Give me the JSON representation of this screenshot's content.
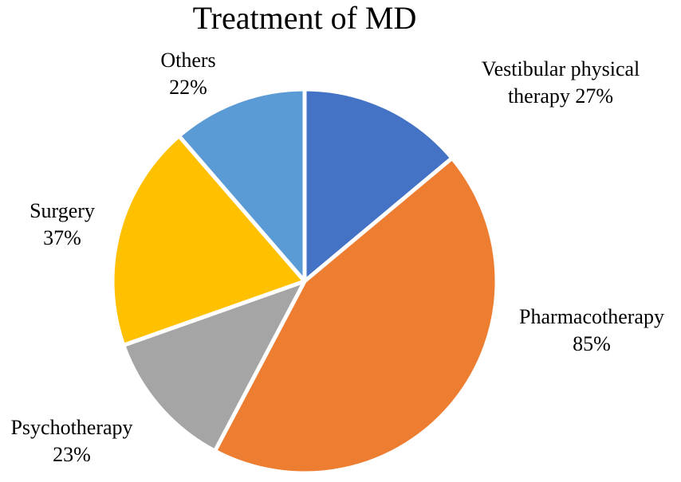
{
  "chart_data": {
    "type": "pie",
    "title": "Treatment of MD",
    "legend": "none",
    "start_angle_deg": 0,
    "direction": "clockwise",
    "slice_border_color": "#ffffff",
    "slices": [
      {
        "label": "Vestibular physical therapy",
        "label_lines": [
          "Vestibular physical",
          "therapy  27%"
        ],
        "value": 27,
        "value_label": "27%",
        "color": "#4472C4"
      },
      {
        "label": "Pharmacotherapy",
        "label_lines": [
          "Pharmacotherapy",
          "85%"
        ],
        "value": 85,
        "value_label": "85%",
        "color": "#ED7D31"
      },
      {
        "label": "Psychotherapy",
        "label_lines": [
          "Psychotherapy",
          "23%"
        ],
        "value": 23,
        "value_label": "23%",
        "color": "#A5A5A5"
      },
      {
        "label": "Surgery",
        "label_lines": [
          "Surgery",
          "37%"
        ],
        "value": 37,
        "value_label": "37%",
        "color": "#FFC000"
      },
      {
        "label": "Others",
        "label_lines": [
          "Others",
          "22%"
        ],
        "value": 22,
        "value_label": "22%",
        "color": "#5B9BD5"
      }
    ]
  }
}
